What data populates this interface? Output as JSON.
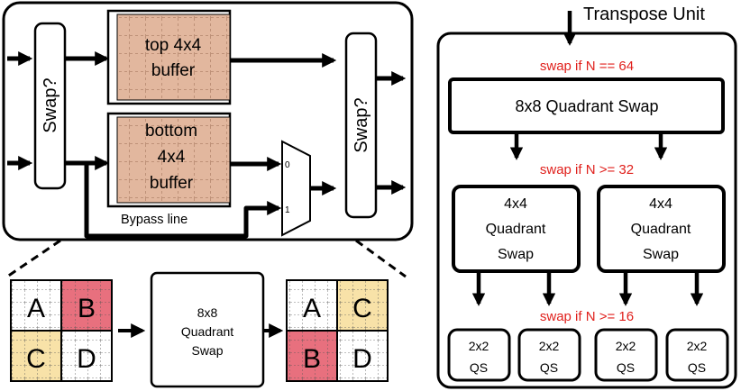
{
  "detail": {
    "swap_left": "Swap?",
    "swap_right": "Swap?",
    "top_buffer": [
      "top 4x4",
      "buffer"
    ],
    "bottom_buffer": [
      "bottom",
      "4x4",
      "buffer"
    ],
    "bypass": "Bypass line",
    "mux_in0": "0",
    "mux_in1": "1"
  },
  "quadrant_example": {
    "center": [
      "8x8",
      "Quadrant",
      "Swap"
    ],
    "input": [
      "A",
      "B",
      "C",
      "D"
    ],
    "output": [
      "A",
      "C",
      "B",
      "D"
    ]
  },
  "transpose": {
    "title": "Transpose Unit",
    "cond64": "swap if N == 64",
    "cond32": "swap if N >= 32",
    "cond16": "swap if N >= 16",
    "qs8": "8x8 Quadrant Swap",
    "qs4_left": [
      "4x4",
      "Quadrant",
      "Swap"
    ],
    "qs4_right": [
      "4x4",
      "Quadrant",
      "Swap"
    ],
    "qs2": [
      [
        "2x2",
        "QS"
      ],
      [
        "2x2",
        "QS"
      ],
      [
        "2x2",
        "QS"
      ],
      [
        "2x2",
        "QS"
      ]
    ]
  },
  "colors": {
    "buffer": "#E2B79E",
    "quad_a_out": "#E8707E",
    "quad_yellow": "#F8E2A8",
    "condition": "#E0201C"
  }
}
